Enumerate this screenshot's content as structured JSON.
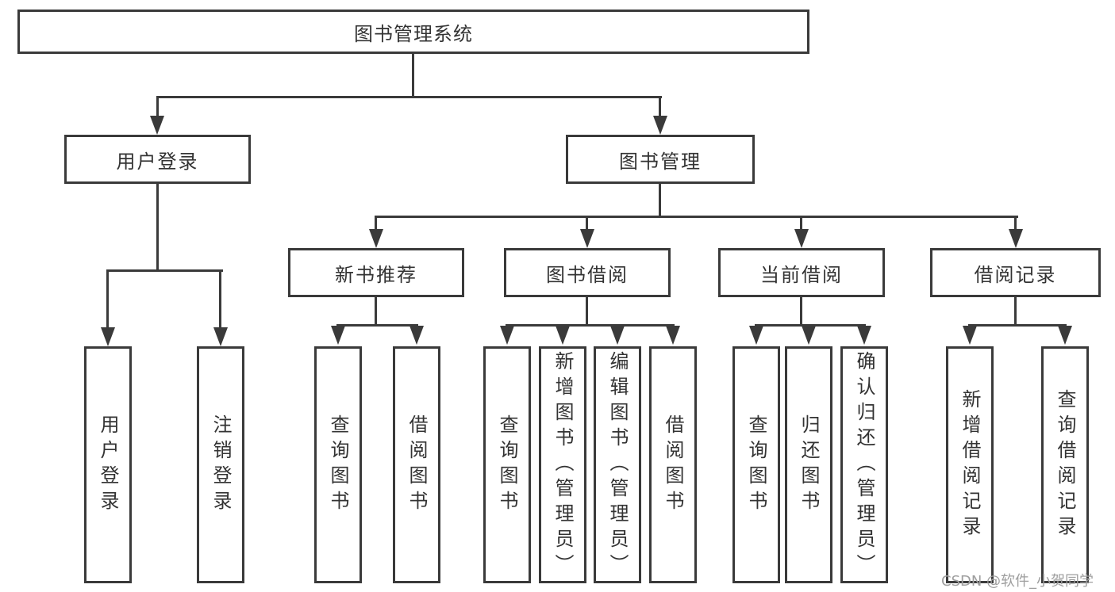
{
  "diagram": {
    "root": {
      "label": "图书管理系统"
    },
    "branches": [
      {
        "label": "用户登录",
        "children": [
          {
            "label": "用户登录"
          },
          {
            "label": "注销登录"
          }
        ]
      },
      {
        "label": "图书管理",
        "children": [
          {
            "label": "新书推荐",
            "children": [
              {
                "label": "查询图书"
              },
              {
                "label": "借阅图书"
              }
            ]
          },
          {
            "label": "图书借阅",
            "children": [
              {
                "label": "查询图书"
              },
              {
                "label": "新增图书（管理员）"
              },
              {
                "label": "编辑图书（管理员）"
              },
              {
                "label": "借阅图书"
              }
            ]
          },
          {
            "label": "当前借阅",
            "children": [
              {
                "label": "查询图书"
              },
              {
                "label": "归还图书"
              },
              {
                "label": "确认归还（管理员）"
              }
            ]
          },
          {
            "label": "借阅记录",
            "children": [
              {
                "label": "新增借阅记录"
              },
              {
                "label": "查询借阅记录"
              }
            ]
          }
        ]
      }
    ]
  },
  "watermark": {
    "text": "CSDN @软件_小贺同学",
    "color": "#9e9e9e"
  },
  "style": {
    "line_color": "#3a3a3a",
    "text_color": "#333333",
    "box_background": "#ffffff",
    "canvas_background": "#ffffff"
  }
}
